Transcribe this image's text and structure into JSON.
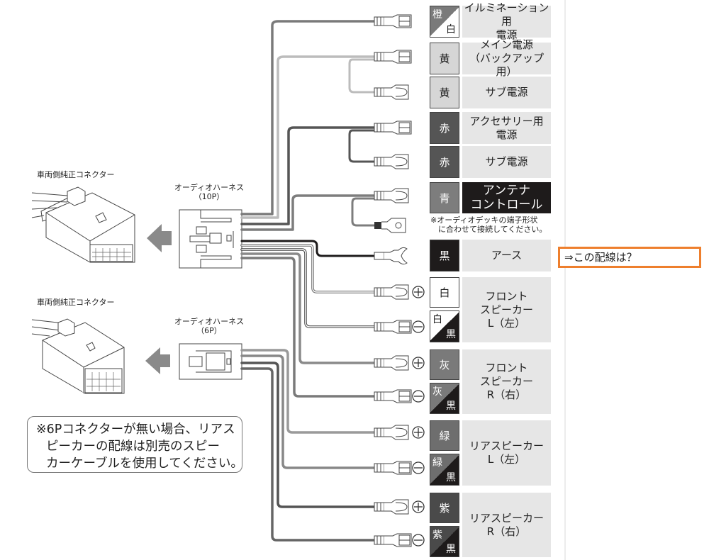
{
  "connectors": {
    "vehicle_connector_top_label": "車両側純正コネクター",
    "vehicle_connector_bottom_label": "車両側純正コネクター",
    "harness_10p_label": [
      "オーディオハーネス",
      "（10P）"
    ],
    "harness_6p_label": [
      "オーディオハーネス",
      "（6P）"
    ]
  },
  "note_6p": [
    "※6Pコネクターが無い場合、リアス",
    "ピーカーの配線は別売のスピー",
    "カーケーブルを使用してください。"
  ],
  "antenna_note": [
    "※オーディオデッキの端子形状",
    "　に合わせて接続してください。"
  ],
  "question": "⇒この配線は？",
  "colors": {
    "orange_white": "#7a7a7a",
    "yellow": "#d6d6d6",
    "red": "#555555",
    "blue": "#7d7d7d",
    "black": "#1e1b1b",
    "white": "#ffffff",
    "gray": "#7a7a7a",
    "green": "#6e6e6e",
    "purple": "#4a4a4a",
    "highlight": "#ee7f2d"
  },
  "wires": [
    {
      "id": "illum",
      "color_label": "橙",
      "color_label2": "白",
      "split": true,
      "description": [
        "イルミネーション用",
        "電源"
      ]
    },
    {
      "id": "main-power",
      "color_label": "黄",
      "description": [
        "メイン電源",
        "（バックアップ用）"
      ]
    },
    {
      "id": "sub-power-yellow",
      "color_label": "黄",
      "description": [
        "サブ電源"
      ]
    },
    {
      "id": "acc-power",
      "color_label": "赤",
      "description": [
        "アクセサリー用",
        "電源"
      ]
    },
    {
      "id": "sub-power-red",
      "color_label": "赤",
      "description": [
        "サブ電源"
      ]
    },
    {
      "id": "antenna",
      "color_label": "青",
      "description": [
        "アンテナ",
        "コントロール"
      ]
    },
    {
      "id": "ground",
      "color_label": "黒",
      "description": [
        "アース"
      ]
    },
    {
      "id": "front-left-plus",
      "color_label": "白",
      "polarity": "+"
    },
    {
      "id": "front-left-minus",
      "color_label": "白",
      "color_label2": "黒",
      "split": true,
      "polarity": "−"
    },
    {
      "id": "front-right-plus",
      "color_label": "灰",
      "polarity": "+"
    },
    {
      "id": "front-right-minus",
      "color_label": "灰",
      "color_label2": "黒",
      "split": true,
      "polarity": "−"
    },
    {
      "id": "rear-left-plus",
      "color_label": "緑",
      "polarity": "+"
    },
    {
      "id": "rear-left-minus",
      "color_label": "緑",
      "color_label2": "黒",
      "split": true,
      "polarity": "−"
    },
    {
      "id": "rear-right-plus",
      "color_label": "紫",
      "polarity": "+"
    },
    {
      "id": "rear-right-minus",
      "color_label": "紫",
      "color_label2": "黒",
      "split": true,
      "polarity": "−"
    }
  ],
  "speaker_groups": [
    {
      "id": "front-left",
      "description": [
        "フロント",
        "スピーカー",
        "L（左）"
      ]
    },
    {
      "id": "front-right",
      "description": [
        "フロント",
        "スピーカー",
        "R（右）"
      ]
    },
    {
      "id": "rear-left",
      "description": [
        "リアスピーカー",
        "L（左）"
      ]
    },
    {
      "id": "rear-right",
      "description": [
        "リアスピーカー",
        "R（右）"
      ]
    }
  ]
}
